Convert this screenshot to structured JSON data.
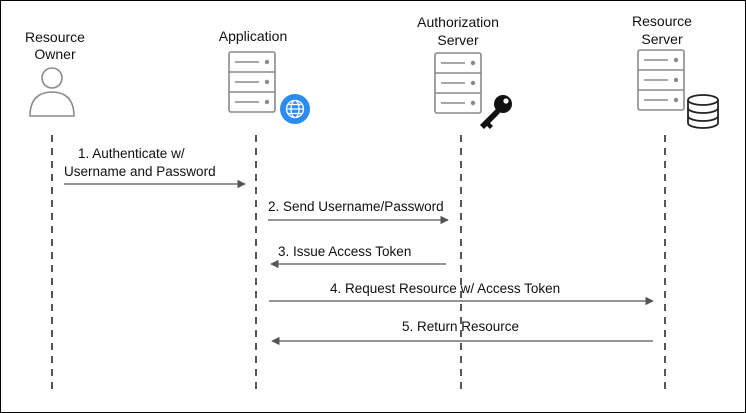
{
  "participants": {
    "resource_owner": {
      "line1": "Resource",
      "line2": "Owner"
    },
    "application": {
      "line1": "Application"
    },
    "authorization_server": {
      "line1": "Authorization",
      "line2": "Server"
    },
    "resource_server": {
      "line1": "Resource",
      "line2": "Server"
    }
  },
  "messages": {
    "m1": {
      "line1": "1. Authenticate w/",
      "line2": "Username and Password"
    },
    "m2": {
      "text": "2. Send Username/Password"
    },
    "m3": {
      "text": "3. Issue Access Token"
    },
    "m4": {
      "text": "4. Request Resource w/ Access Token"
    },
    "m5": {
      "text": "5. Return Resource"
    }
  },
  "icons": {
    "resource_owner": "user-icon",
    "application": "server-globe-icon",
    "authorization_server": "server-key-icon",
    "resource_server": "server-database-icon"
  },
  "colors": {
    "icon_stroke": "#8a8a8a",
    "arrow": "#555555",
    "globe": "#2a8cf0",
    "key": "#111111"
  }
}
